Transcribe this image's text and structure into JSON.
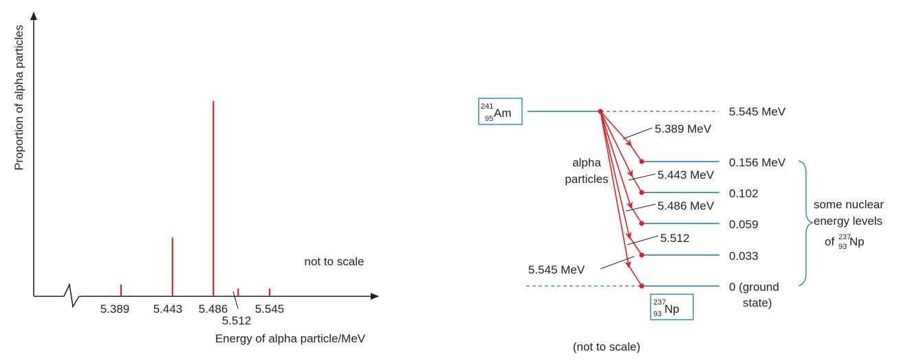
{
  "colors": {
    "line": "#231f20",
    "spectrum": "#e31e24",
    "level": "#1b75bb"
  },
  "chart_data": {
    "type": "bar",
    "ylabel": "Proportion of alpha particles",
    "xlabel": "Energy of alpha particle/MeV",
    "annotation": "not to scale",
    "axis_break": true,
    "energies": [
      5.389,
      5.443,
      5.486,
      5.512,
      5.545
    ],
    "tick_labels": [
      "5.389",
      "5.443",
      "5.486",
      "5.512",
      "5.545"
    ],
    "relative_heights": [
      0.06,
      0.3,
      1.0,
      0.04,
      0.04
    ]
  },
  "level_diagram": {
    "parent": {
      "mass": "241",
      "atomic": "95",
      "symbol": "Am"
    },
    "daughter": {
      "mass": "237",
      "atomic": "93",
      "symbol": "Np"
    },
    "levels": [
      "5.545 MeV",
      "0.156 MeV",
      "0.102",
      "0.059",
      "0.033",
      "0 (ground",
      "state)"
    ],
    "transitions": [
      "5.389 MeV",
      "5.443 MeV",
      "5.486 MeV",
      "5.512",
      "5.545 MeV"
    ],
    "alpha_label": [
      "alpha",
      "particles"
    ],
    "brace_label": [
      "some nuclear",
      "energy levels",
      "of"
    ],
    "footnote": "(not to scale)"
  }
}
